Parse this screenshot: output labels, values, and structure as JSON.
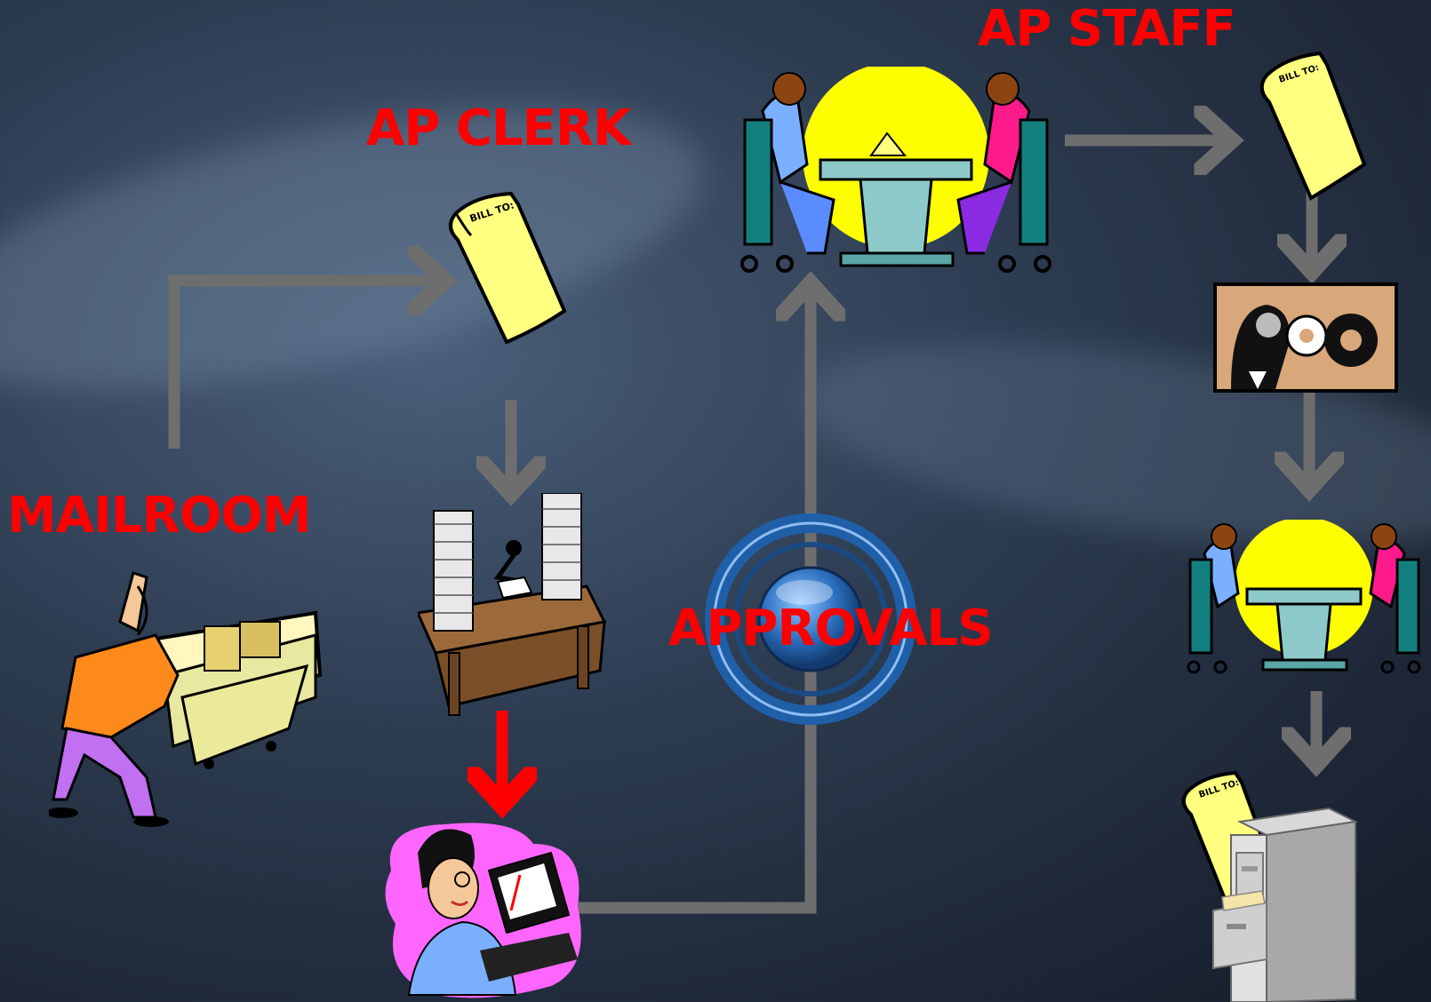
{
  "labels": {
    "mailroom": "MAILROOM",
    "ap_clerk": "AP CLERK",
    "ap_staff": "AP STAFF",
    "approvals": "APPROVALS"
  },
  "invoice_text": "BILL TO:",
  "colors": {
    "label": "#ff0000",
    "arrow": "#6e6e6e",
    "highlight_arrow": "#ff0000",
    "invoice": "#ffff80"
  },
  "icons": [
    "mail-cart-person-icon",
    "invoice-icon",
    "paper-stacks-desk-icon",
    "woman-at-computer-icon",
    "approval-cycle-icon",
    "meeting-table-icon",
    "robot-gears-icon",
    "filing-cabinet-icon"
  ]
}
